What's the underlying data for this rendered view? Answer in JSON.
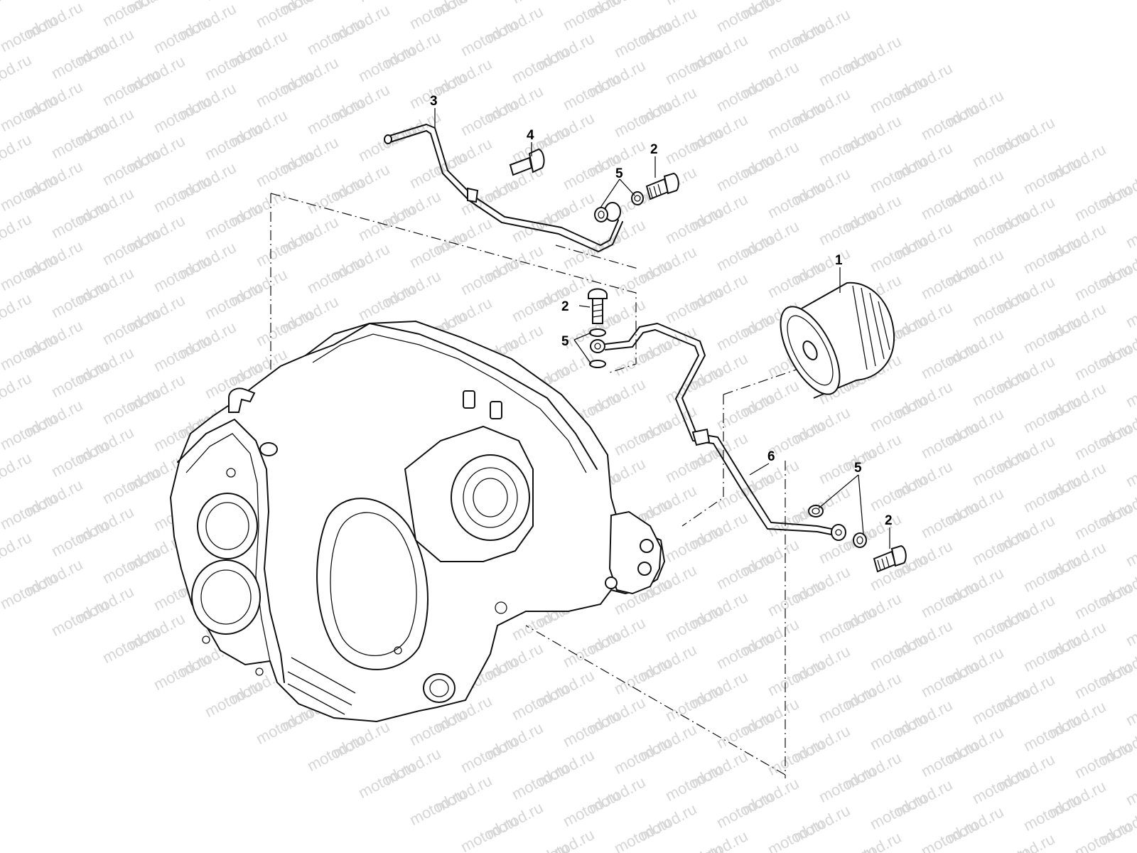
{
  "watermark": "motod.ru",
  "callouts": {
    "c1": "1",
    "c2a": "2",
    "c2b": "2",
    "c2c": "2",
    "c3": "3",
    "c4": "4",
    "c5a": "5",
    "c5b": "5",
    "c5c": "5",
    "c6": "6"
  },
  "colors": {
    "line": "#111111",
    "watermark": "#d6d6d6",
    "background": "#ffffff"
  }
}
